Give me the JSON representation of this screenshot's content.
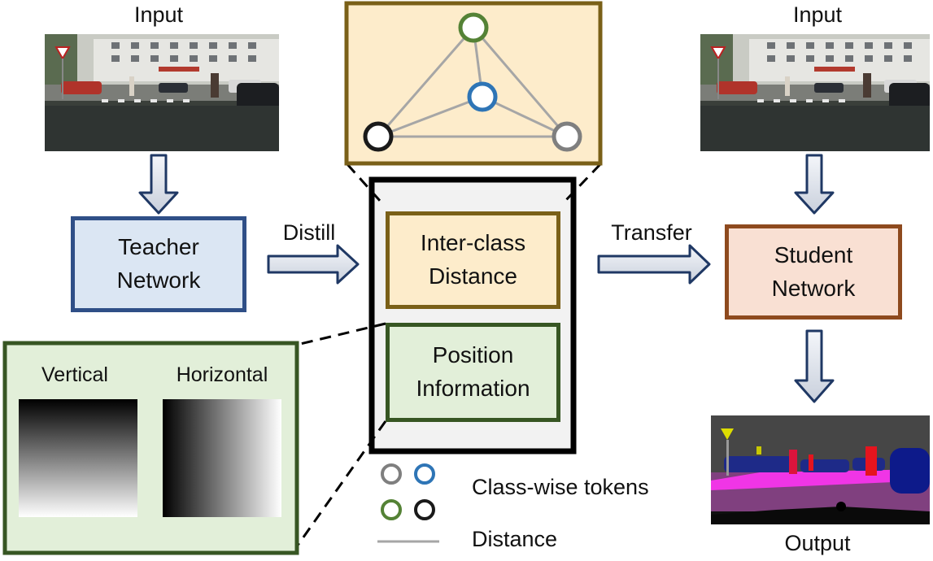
{
  "left": {
    "input_label": "Input",
    "teacher": [
      "Teacher",
      "Network"
    ]
  },
  "right": {
    "input_label": "Input",
    "student": [
      "Student",
      "Network"
    ],
    "output_label": "Output"
  },
  "center": {
    "interclass": [
      "Inter-class",
      "Distance"
    ],
    "position": [
      "Position",
      "Information"
    ]
  },
  "arrows": {
    "distill": "Distill",
    "transfer": "Transfer"
  },
  "gradients": {
    "vertical": "Vertical",
    "horizontal": "Horizontal"
  },
  "legend": {
    "tokens": "Class-wise tokens",
    "distance": "Distance"
  },
  "colors": {
    "teacher_fill": "#dbe6f3",
    "teacher_border": "#2f4f87",
    "student_fill": "#f9e0d3",
    "student_border": "#8e4a1e",
    "interclass_fill": "#fdeccb",
    "interclass_border": "#7a6018",
    "position_fill": "#e2efd9",
    "position_border": "#375623",
    "token_green": "#548235",
    "token_blue": "#2e75b6",
    "token_gray": "#7f7f7f",
    "token_black": "#1a1a1a"
  }
}
